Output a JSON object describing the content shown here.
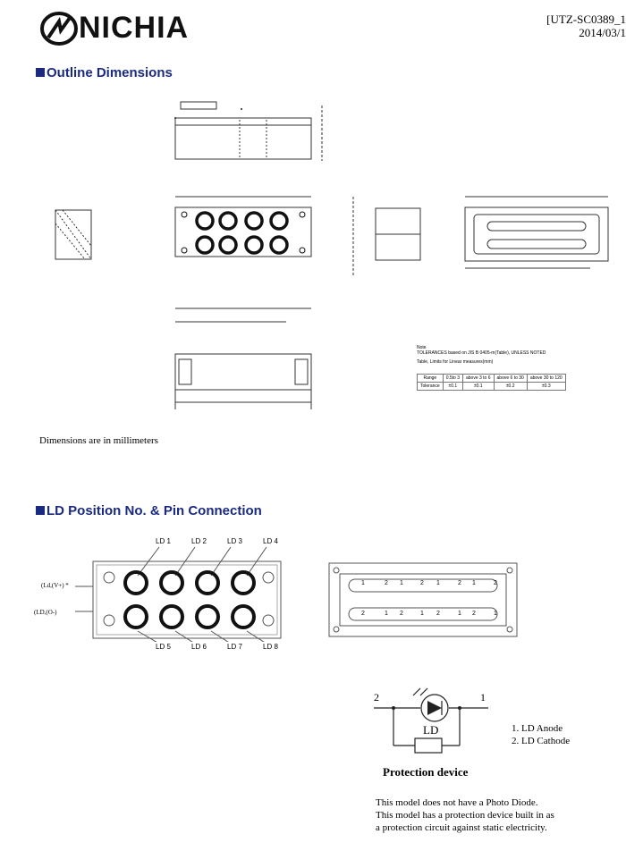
{
  "header": {
    "brand": "NICHIA",
    "doc_id": "[UTZ-SC0389_1",
    "date": "2014/03/1"
  },
  "sections": {
    "outline": "Outline Dimensions",
    "pin": "LD Position No. & Pin Connection"
  },
  "outline": {
    "dims_note": "Dimensions are in millimeters",
    "tolerance_note_1": "Note",
    "tolerance_note_2": "TOLERANCES based on JIS B 0405-m(Table), UNLESS NOTED",
    "table_title": "Table, Limits for Linear measures(mm)",
    "table": {
      "row_range_label": "Range",
      "row_tol_label": "Tolerance",
      "ranges": [
        "0.5to 3",
        "above 3 to 6",
        "above 6 to 30",
        "above 30 to 120"
      ],
      "tolerances": [
        "±0.1",
        "±0.1",
        "±0.2",
        "±0.3"
      ]
    }
  },
  "pinmap": {
    "top_labels": [
      "LD 1",
      "LD 2",
      "LD 3",
      "LD 4"
    ],
    "bottom_labels": [
      "LD 5",
      "LD 6",
      "LD 7",
      "LD 8"
    ],
    "side_top": "(Ld,(V+) *",
    "side_bottom": "(LD,(O-)",
    "row1_pins": [
      "1",
      "2",
      "1",
      "2",
      "1",
      "2",
      "1",
      "2"
    ],
    "row2_pins": [
      "2",
      "1",
      "2",
      "1",
      "2",
      "1",
      "2",
      "1"
    ]
  },
  "schematic": {
    "pin_left": "2",
    "pin_right": "1",
    "ld_label": "LD",
    "protection_label": "Protection device",
    "legend_1": "1. LD Anode",
    "legend_2": "2. LD Cathode"
  },
  "footer_notes": {
    "line1": "This model does not have a Photo Diode.",
    "line2": "This model has a protection device built in as",
    "line3": "a protection circuit against static electricity."
  }
}
